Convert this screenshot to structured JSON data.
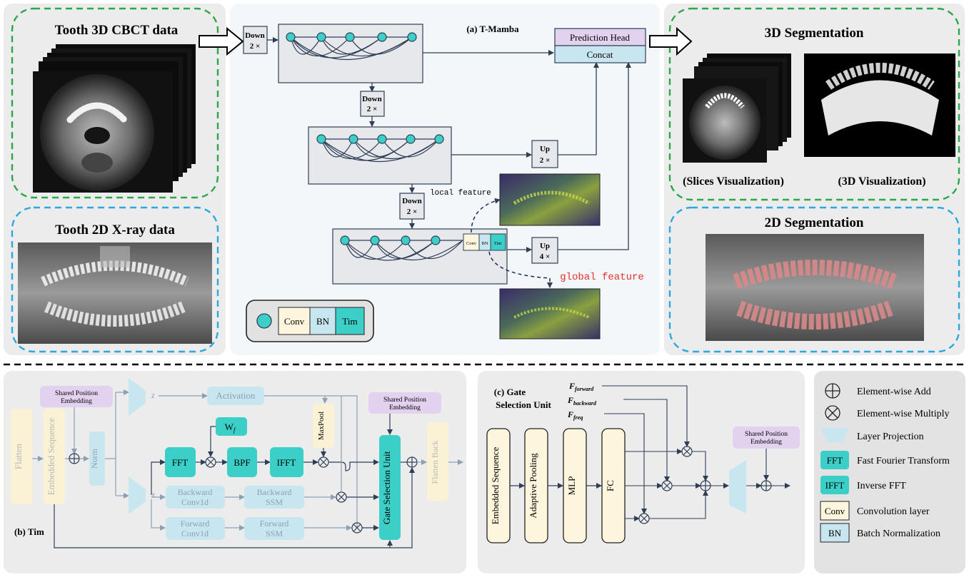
{
  "panels": {
    "cbct_title": "Tooth 3D CBCT data",
    "xray_title": "Tooth 2D X-ray data",
    "seg3d_title": "3D Segmentation",
    "slices_vis": "(Slices Visualization)",
    "vis3d": "(3D Visualization)",
    "seg2d_title": "2D Segmentation"
  },
  "tmamba": {
    "title": "(a) T-Mamba",
    "down1": "Down",
    "down2": "Down",
    "down3": "Down",
    "down_factor": "2 ×",
    "up1": "Up",
    "up1_factor": "2 ×",
    "up2": "Up",
    "up2_factor": "4 ×",
    "prediction_head": "Prediction Head",
    "concat": "Concat",
    "local_feature": "local feature",
    "global_feature": "global feature",
    "mini_conv": "Conv",
    "mini_bn": "BN",
    "mini_tim": "Tim",
    "legend_conv": "Conv",
    "legend_bn": "BN",
    "legend_tim": "Tim"
  },
  "tim": {
    "label": "(b) Tim",
    "flatten": "Flatten",
    "embedded_sequence": "Embedded Sequence",
    "shared_pos": "Shared Position Embedding",
    "norm": "Norm",
    "z": "z",
    "x": "x",
    "activation": "Activation",
    "maxpool": "MaxPool",
    "wf": "W",
    "wf_sub": "f",
    "fft": "FFT",
    "bpf": "BPF",
    "ifft": "IFFT",
    "backward_conv": "Backward Conv1d",
    "backward_ssm": "Backward SSM",
    "forward_conv": "Forward Conv1d",
    "forward_ssm": "Forward SSM",
    "gate_unit": "Gate Selection Unit",
    "shared_pos2": "Shared Position Embedding",
    "flatten_back": "Flatten Back"
  },
  "gate": {
    "label_line1": "(c) Gate",
    "label_line2": "Selection Unit",
    "f": "F",
    "f_forward": "forward",
    "f_backward": "backward",
    "f_freq": "freq",
    "embedded_sequence": "Embedded Sequence",
    "adaptive_pooling": "Adaptive Pooling",
    "mlp": "MLP",
    "fc": "FC",
    "shared_pos": "Shared Position Embedding"
  },
  "legend": {
    "add": "Element-wise Add",
    "multiply": "Element-wise Multiply",
    "projection": "Layer Projection",
    "fft_box": "FFT",
    "fft": "Fast Fourier Transform",
    "ifft_box": "IFFT",
    "ifft": "Inverse FFT",
    "conv_box": "Conv",
    "conv": "Convolution layer",
    "bn_box": "BN",
    "bn": "Batch Normalization"
  },
  "colors": {
    "green_dash": "#2aa84a",
    "blue_dash": "#2aa8e0",
    "teal": "#3ccfc8",
    "cream": "#fdf5dc",
    "light_blue": "#c8e6ef",
    "lavender": "#e3d2ef",
    "red_text": "#e8302a"
  }
}
